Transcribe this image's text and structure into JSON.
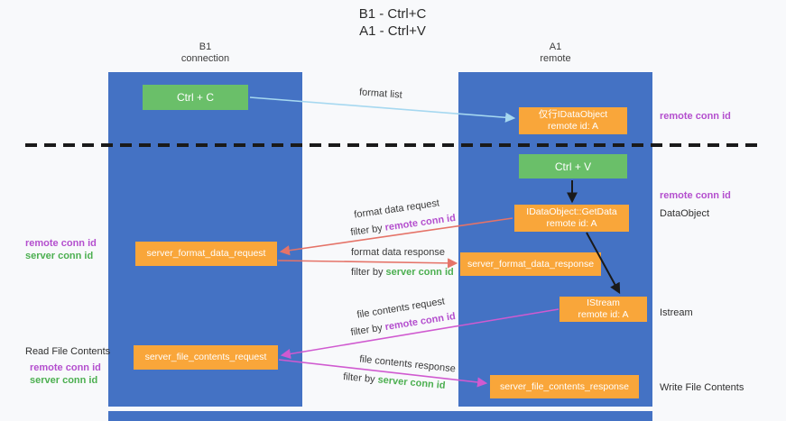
{
  "title": {
    "line1": "B1 - Ctrl+C",
    "line2": "A1 - Ctrl+V"
  },
  "lanes": {
    "b1": {
      "name": "B1",
      "subtitle": "connection"
    },
    "a1": {
      "name": "A1",
      "subtitle": "remote"
    }
  },
  "nodes": {
    "ctrl_c": {
      "label": "Ctrl + C"
    },
    "ctrl_v": {
      "label": "Ctrl + V"
    },
    "idataobject": {
      "line1": "仅行IDataObject",
      "line2": "remote id: A"
    },
    "getdata": {
      "line1": "IDataObject::GetData",
      "line2": "remote id: A"
    },
    "istream": {
      "line1": "IStream",
      "line2": "remote id: A"
    },
    "format_request": {
      "label": "server_format_data_request"
    },
    "format_response": {
      "label": "server_format_data_response"
    },
    "file_request": {
      "label": "server_file_contents_request"
    },
    "file_response": {
      "label": "server_file_contents_response"
    }
  },
  "edges": {
    "format_list": "format list",
    "format_data_request": "format data request",
    "format_data_response": "format data response",
    "file_contents_request": "file contents request",
    "file_contents_response": "file contents response",
    "filter_by": "filter by",
    "remote_conn_id": "remote conn id",
    "server_conn_id": "server conn id"
  },
  "annotations": {
    "right": {
      "remote_conn_id_1": "remote conn id",
      "remote_conn_id_2": "remote conn id",
      "dataobject": "DataObject",
      "istream": "Istream",
      "write_file_contents": "Write File Contents"
    },
    "left": {
      "remote_conn_id_1": "remote conn id",
      "server_conn_id_1": "server conn id",
      "read_file_contents": "Read File Contents",
      "remote_conn_id_2": "remote conn id",
      "server_conn_id_2": "server conn id"
    }
  },
  "colors": {
    "lane_blue": "#4472c4",
    "node_green": "#6abf69",
    "node_orange": "#f9a63a",
    "arrow_blue": "#a6d8f0",
    "arrow_black": "#1a1a1a",
    "arrow_red": "#e57368",
    "arrow_magenta": "#d05ad0",
    "text_purple": "#b44fce",
    "text_green": "#4caf50"
  }
}
